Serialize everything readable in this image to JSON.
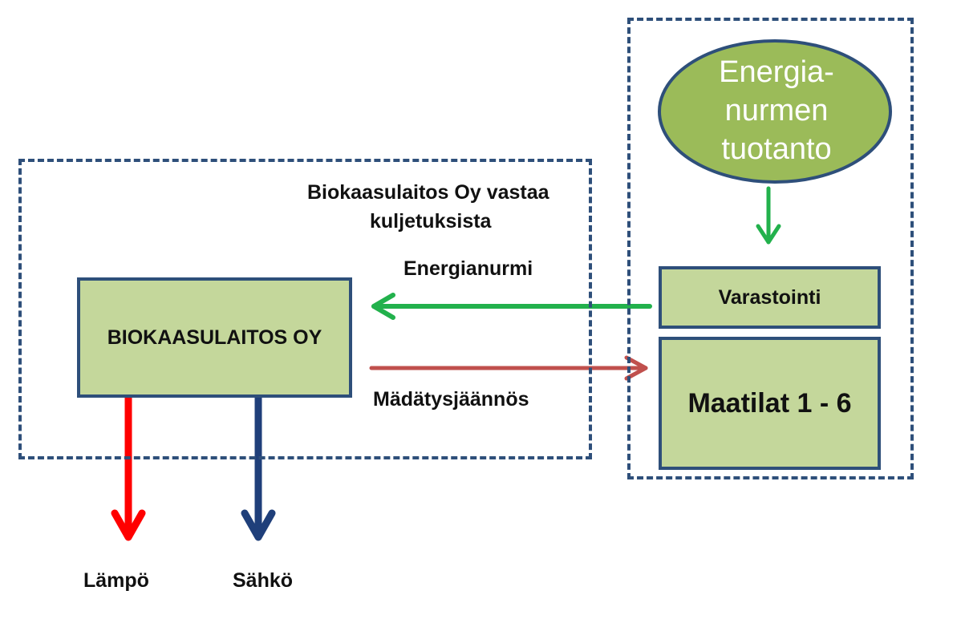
{
  "colors": {
    "box_fill": "#c4d79b",
    "box_border": "#2e4f7a",
    "ellipse_fill": "#9bbb59",
    "arrow_green": "#22b14c",
    "arrow_brown": "#c0504d",
    "arrow_red": "#ff0000",
    "arrow_blue": "#1f3f7a"
  },
  "regions": {
    "biogas_plant_region": "Biokaasulaitos Oy vastaa kuljetuksista",
    "farm_region": ""
  },
  "nodes": {
    "production": "Energia- nurmen tuotanto",
    "production_lines": [
      "Energia-",
      "nurmen",
      "tuotanto"
    ],
    "storage": "Varastointi",
    "farms": "Maatilat 1 - 6",
    "plant": "BIOKAASULAITOS OY"
  },
  "note": {
    "lines": [
      "Biokaasulaitos Oy vastaa",
      "kuljetuksista"
    ]
  },
  "flows": {
    "energy_grass": "Energianurmi",
    "digestate": "Mädätysjäännös",
    "heat": "Lämpö",
    "electricity": "Sähkö"
  }
}
